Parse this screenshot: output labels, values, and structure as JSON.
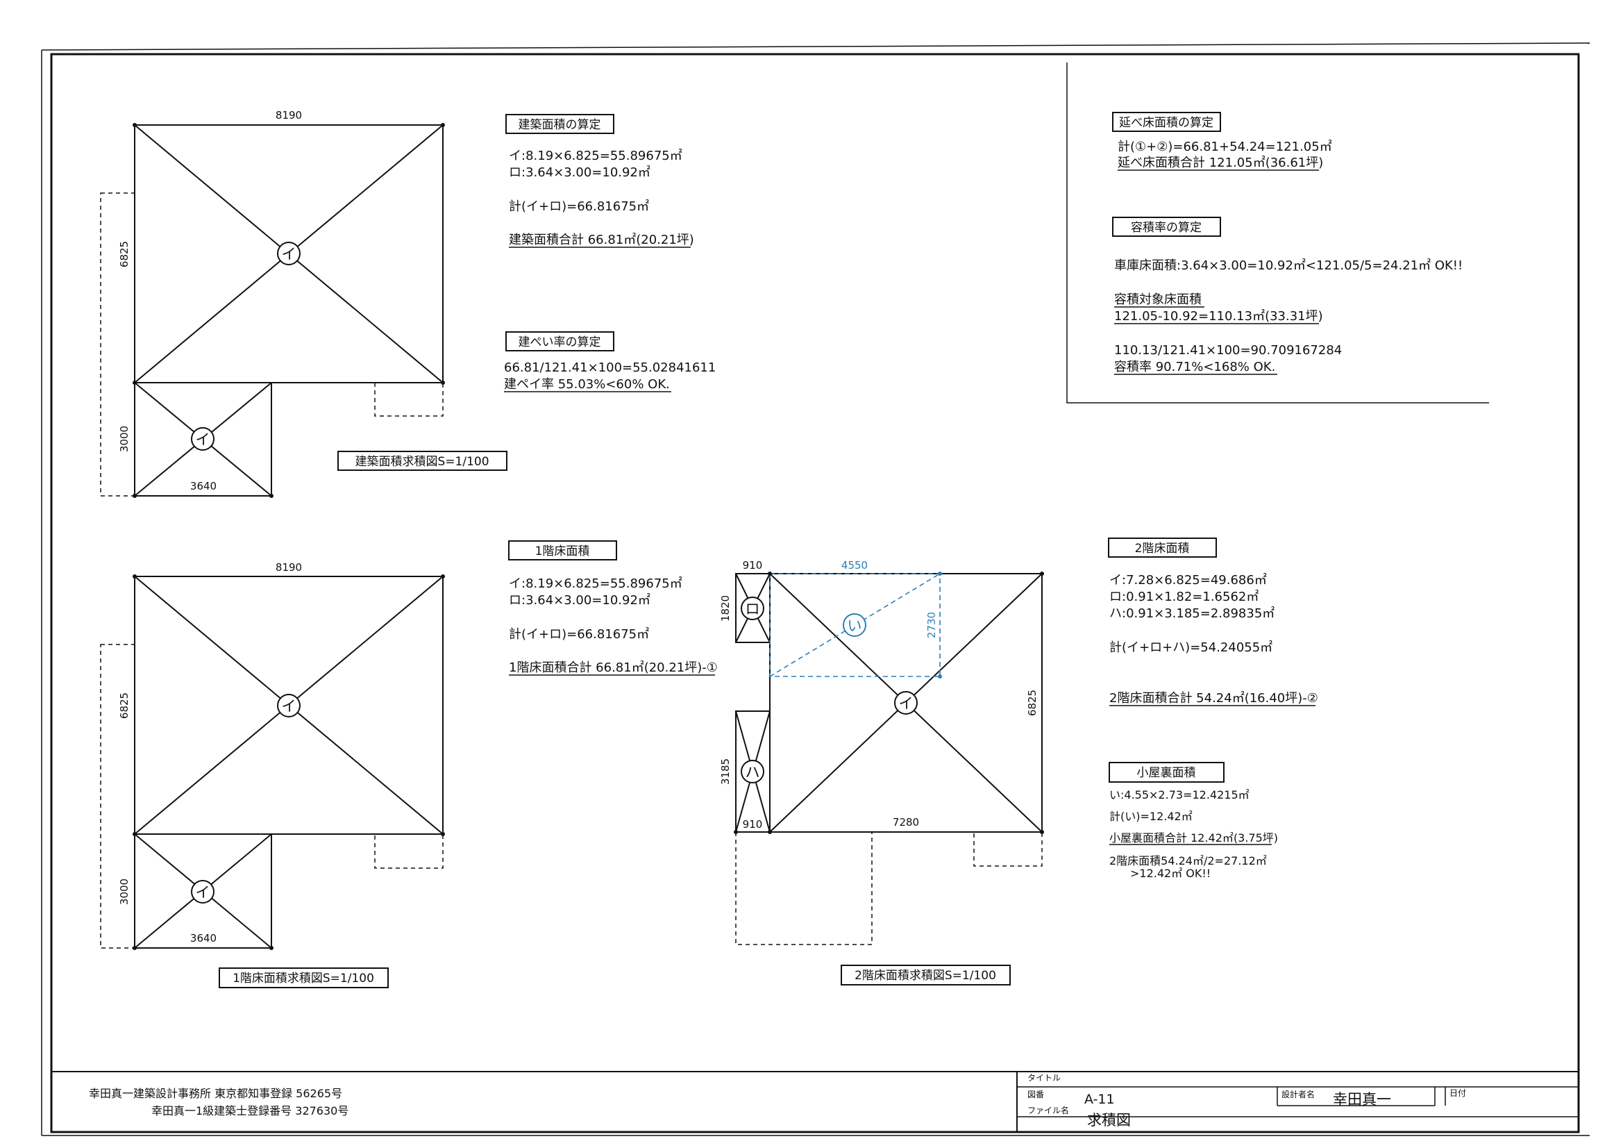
{
  "plan_building": {
    "dim_top": "8190",
    "dim_side_main": "6825",
    "dim_side_garage": "3000",
    "dim_bottom": "3640",
    "mark_main": "イ",
    "mark_garage": "イ",
    "caption": "建築面積求積図S=1/100"
  },
  "calc_building_area": {
    "header": "建築面積の算定",
    "line1": "イ:8.19×6.825=55.89675㎡",
    "line2": "ロ:3.64×3.00=10.92㎡",
    "sum": "計(イ+ロ)=66.81675㎡",
    "total": "建築面積合計 66.81㎡(20.21坪)"
  },
  "calc_coverage": {
    "header": "建ぺい率の算定",
    "line1": "66.81/121.41×100=55.02841611",
    "result": "建ペイ率 55.03%<60% OK."
  },
  "calc_total_floor": {
    "header": "延べ床面積の算定",
    "line1": "計(①+②)=66.81+54.24=121.05㎡",
    "total": "延べ床面積合計 121.05㎡(36.61坪)"
  },
  "calc_far": {
    "header": "容積率の算定",
    "garage": "車庫床面積:3.64×3.00=10.92㎡<121.05/5=24.21㎡ OK!!",
    "target_label": "容積対象床面積",
    "target_calc": "121.05-10.92=110.13㎡(33.31坪)",
    "calc": "110.13/121.41×100=90.709167284",
    "result": "容積率 90.71%<168% OK."
  },
  "plan_floor1": {
    "dim_top": "8190",
    "dim_side_main": "6825",
    "dim_side_garage": "3000",
    "dim_bottom": "3640",
    "mark_main": "イ",
    "mark_garage": "イ",
    "caption": "1階床面積求積図S=1/100"
  },
  "calc_floor1": {
    "header": "1階床面積",
    "line1": "イ:8.19×6.825=55.89675㎡",
    "line2": "ロ:3.64×3.00=10.92㎡",
    "sum": "計(イ+ロ)=66.81675㎡",
    "total": "1階床面積合計 66.81㎡(20.21坪)-①"
  },
  "plan_floor2": {
    "dim_910_top": "910",
    "dim_4550": "4550",
    "dim_1820": "1820",
    "dim_2730": "2730",
    "dim_3185": "3185",
    "dim_910_bottom": "910",
    "dim_7280": "7280",
    "dim_6825": "6825",
    "mark_ro": "ロ",
    "mark_ha": "ハ",
    "mark_i": "イ",
    "mark_loft": "い",
    "caption": "2階床面積求積図S=1/100"
  },
  "calc_floor2": {
    "header": "2階床面積",
    "line1": "イ:7.28×6.825=49.686㎡",
    "line2": "ロ:0.91×1.82=1.6562㎡",
    "line3": "ハ:0.91×3.185=2.89835㎡",
    "sum": "計(イ+ロ+ハ)=54.24055㎡",
    "total": "2階床面積合計 54.24㎡(16.40坪)-②"
  },
  "calc_loft": {
    "header": "小屋裏面積",
    "line1": "い:4.55×2.73=12.4215㎡",
    "sum": "計(い)=12.42㎡",
    "total": "小屋裏面積合計 12.42㎡(3.75坪)",
    "check1": "2階床面積54.24㎡/2=27.12㎡",
    "check2": ">12.42㎡ OK!!"
  },
  "title_block": {
    "office_line1": "幸田真一建築設計事務所 東京都知事登録 56265号",
    "office_line2": "幸田真一1級建築士登録番号 327630号",
    "title_label": "タイトル",
    "drawing_no_label": "図番",
    "drawing_no": "A-11",
    "file_label": "ファイル名",
    "file_name": "求積図",
    "designer_label": "設計者名",
    "designer": "幸田真一",
    "date_label": "日付"
  }
}
